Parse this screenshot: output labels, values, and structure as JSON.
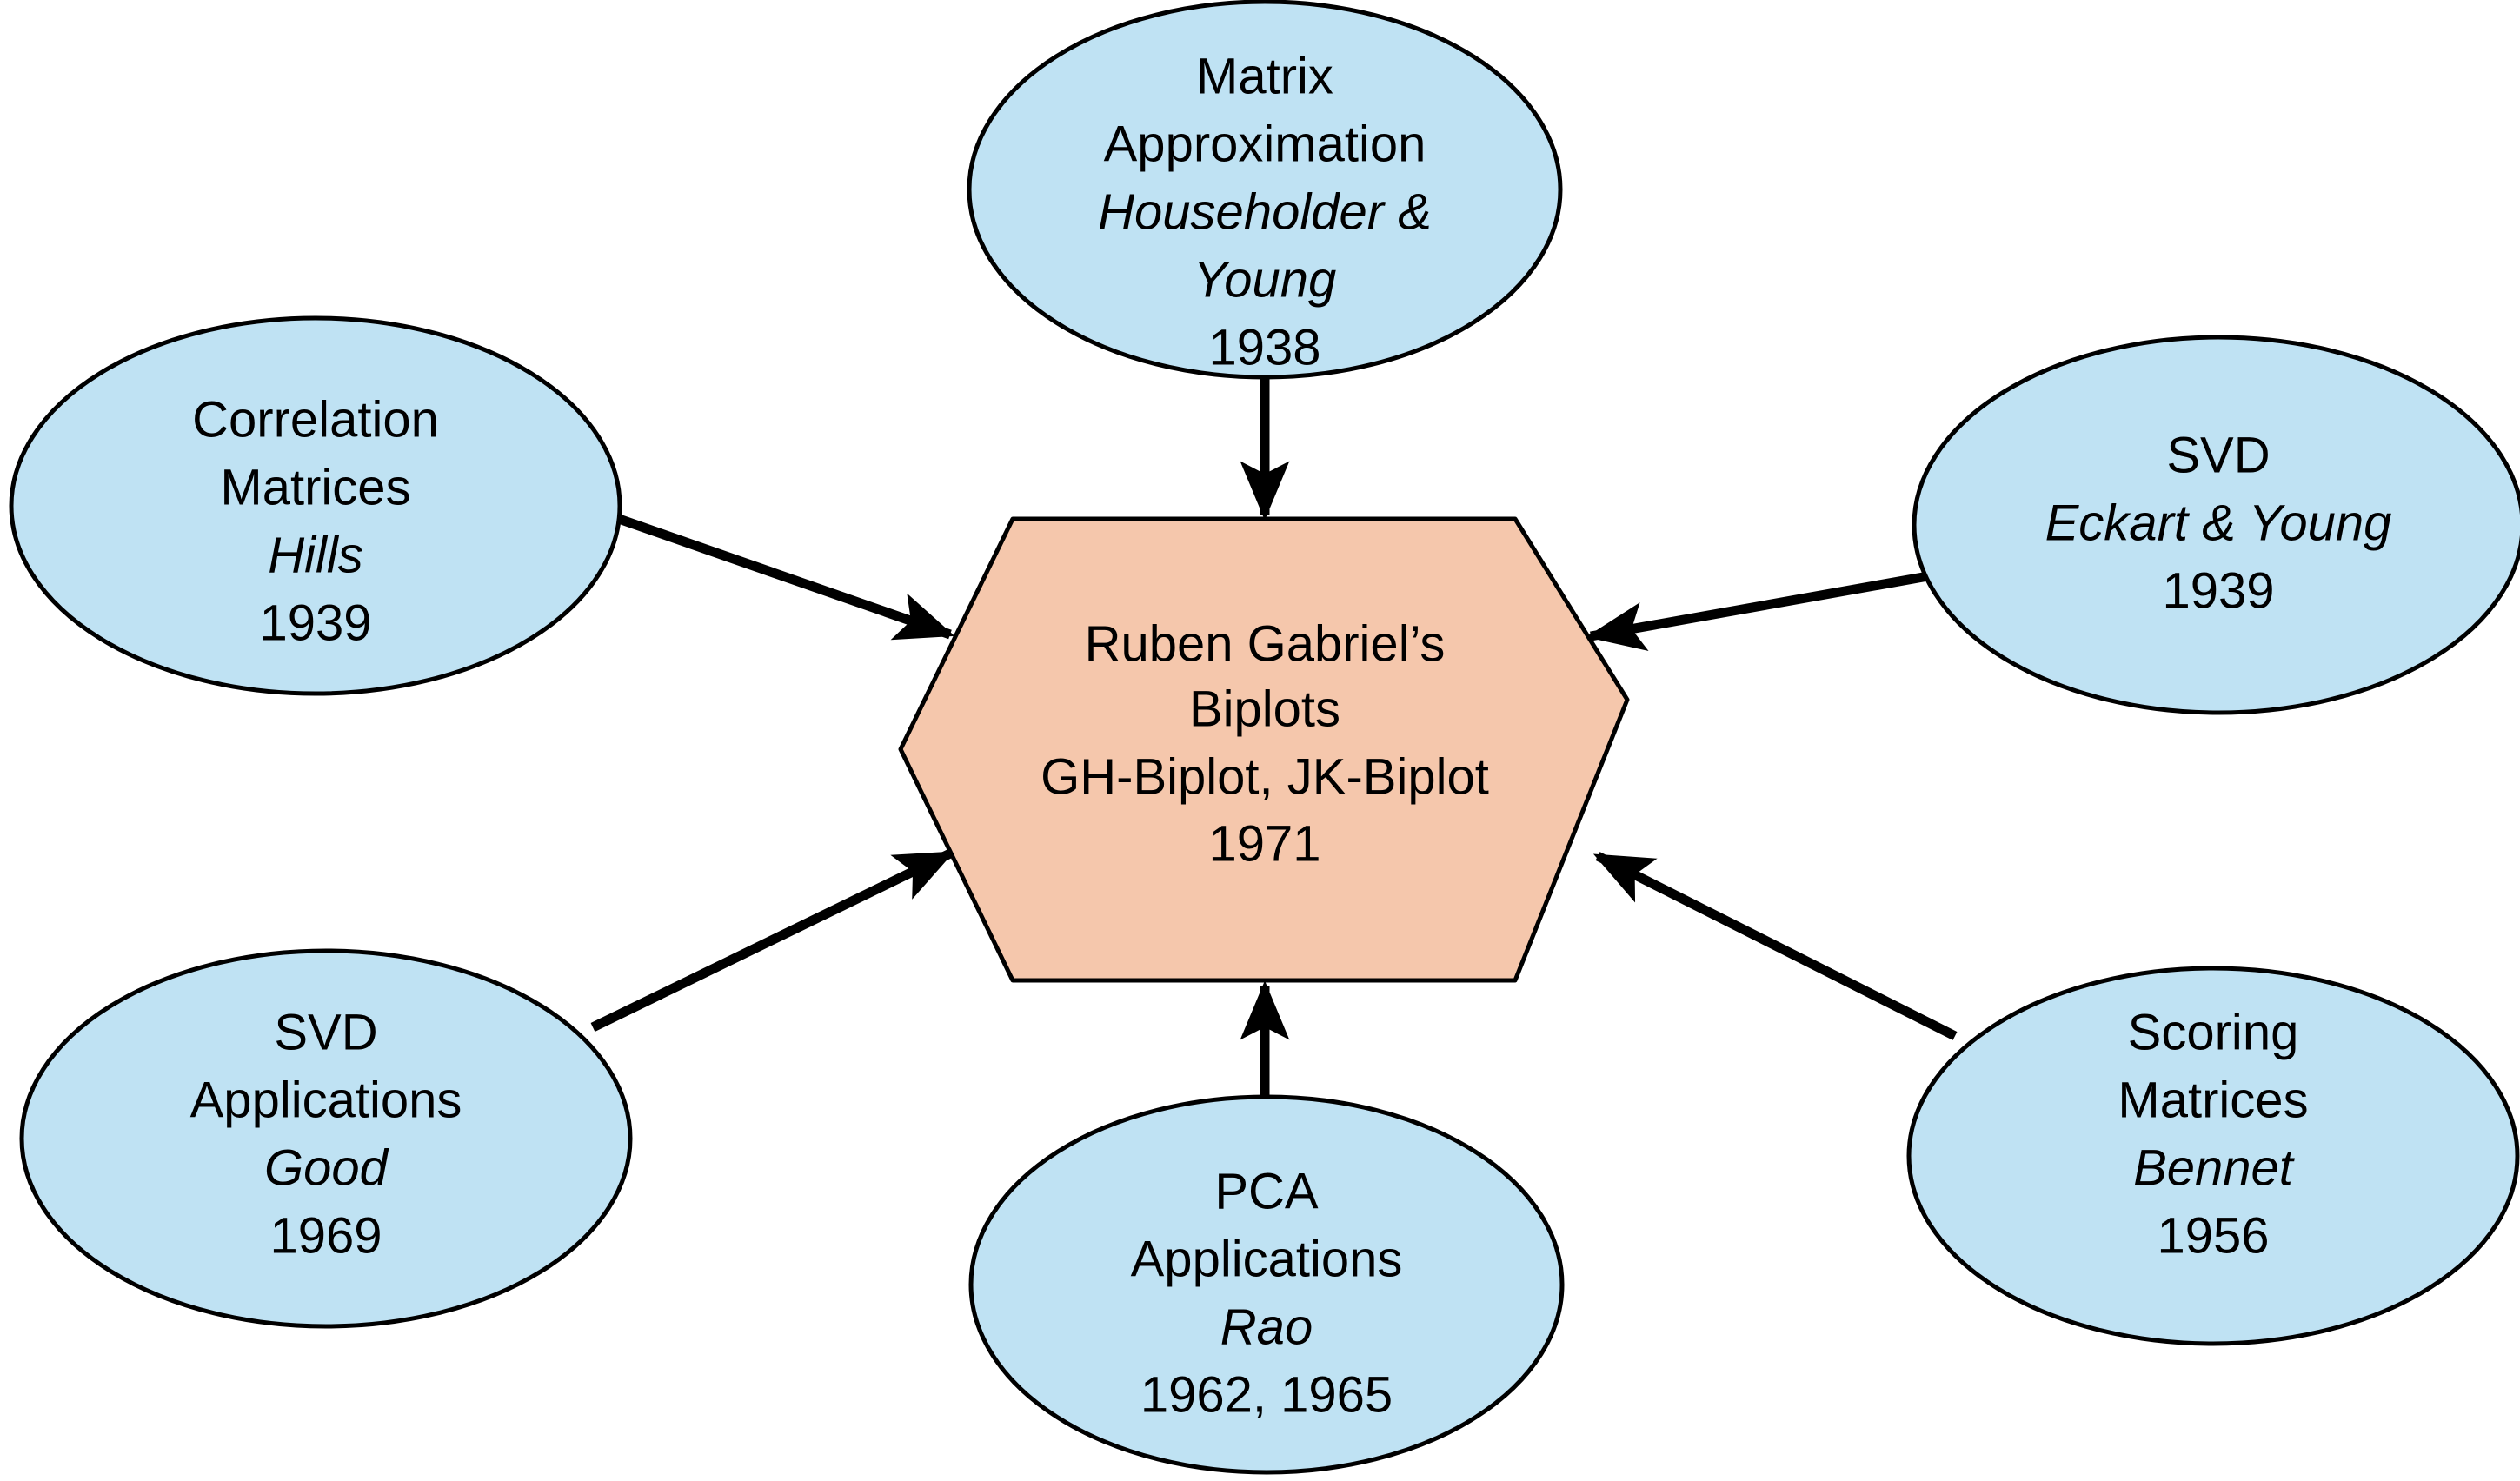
{
  "diagram": {
    "type": "concept-influence-map",
    "title_implicit": "Origins of Ruben Gabriel's Biplots",
    "colors": {
      "ellipse_fill": "#BFE2F3",
      "hexagon_fill": "#F5C7AC",
      "stroke": "#000000",
      "background": "#FFFFFF",
      "text": "#000000"
    },
    "center": {
      "shape": "hexagon",
      "name": "ruben-gabriels-biplots",
      "lines": [
        {
          "text": "Ruben Gabriel’s",
          "style": "regular"
        },
        {
          "text": "Biplots",
          "style": "regular"
        },
        {
          "text": "GH-Biplot, JK-Biplot",
          "style": "regular"
        },
        {
          "text": "1971",
          "style": "regular"
        }
      ]
    },
    "nodes": [
      {
        "id": "matrix-approximation",
        "position": "top",
        "shape": "ellipse",
        "lines": [
          {
            "text": "Matrix",
            "style": "regular"
          },
          {
            "text": "Approximation",
            "style": "regular"
          },
          {
            "text": "Householder &",
            "style": "italic"
          },
          {
            "text": "Young",
            "style": "italic"
          },
          {
            "text": "1938",
            "style": "regular"
          }
        ]
      },
      {
        "id": "correlation-matrices",
        "position": "top-left",
        "shape": "ellipse",
        "lines": [
          {
            "text": "Correlation",
            "style": "regular"
          },
          {
            "text": "Matrices",
            "style": "regular"
          },
          {
            "text": "Hills",
            "style": "italic"
          },
          {
            "text": "1939",
            "style": "regular"
          }
        ]
      },
      {
        "id": "svd-eckart-young",
        "position": "top-right",
        "shape": "ellipse",
        "lines": [
          {
            "text": "SVD",
            "style": "regular"
          },
          {
            "text": "Eckart & Young",
            "style": "italic"
          },
          {
            "text": "1939",
            "style": "regular"
          }
        ]
      },
      {
        "id": "svd-applications",
        "position": "bottom-left",
        "shape": "ellipse",
        "lines": [
          {
            "text": "SVD",
            "style": "regular"
          },
          {
            "text": "Applications",
            "style": "regular"
          },
          {
            "text": "Good",
            "style": "italic"
          },
          {
            "text": "1969",
            "style": "regular"
          }
        ]
      },
      {
        "id": "pca-applications",
        "position": "bottom-center",
        "shape": "ellipse",
        "lines": [
          {
            "text": "PCA",
            "style": "regular"
          },
          {
            "text": "Applications",
            "style": "regular"
          },
          {
            "text": "Rao",
            "style": "italic"
          },
          {
            "text": "1962, 1965",
            "style": "regular"
          }
        ]
      },
      {
        "id": "scoring-matrices",
        "position": "bottom-right",
        "shape": "ellipse",
        "lines": [
          {
            "text": "Scoring",
            "style": "regular"
          },
          {
            "text": "Matrices",
            "style": "regular"
          },
          {
            "text": "Bennet",
            "style": "italic"
          },
          {
            "text": "1956",
            "style": "regular"
          }
        ]
      }
    ],
    "edges": [
      {
        "from": "matrix-approximation",
        "to": "ruben-gabriels-biplots",
        "arrow": "to"
      },
      {
        "from": "correlation-matrices",
        "to": "ruben-gabriels-biplots",
        "arrow": "to"
      },
      {
        "from": "svd-eckart-young",
        "to": "ruben-gabriels-biplots",
        "arrow": "to"
      },
      {
        "from": "svd-applications",
        "to": "ruben-gabriels-biplots",
        "arrow": "to"
      },
      {
        "from": "pca-applications",
        "to": "ruben-gabriels-biplots",
        "arrow": "to"
      },
      {
        "from": "scoring-matrices",
        "to": "ruben-gabriels-biplots",
        "arrow": "to"
      }
    ],
    "text": {
      "top": {
        "l1": "Matrix",
        "l2": "Approximation",
        "l3": "Householder &",
        "l4": "Young",
        "l5": "1938"
      },
      "top_left": {
        "l1": "Correlation",
        "l2": "Matrices",
        "l3": "Hills",
        "l4": "1939"
      },
      "top_right": {
        "l1": "SVD",
        "l2": "Eckart & Young",
        "l3": "1939"
      },
      "bottom_left": {
        "l1": "SVD",
        "l2": "Applications",
        "l3": "Good",
        "l4": "1969"
      },
      "bottom_center": {
        "l1": "PCA",
        "l2": "Applications",
        "l3": "Rao",
        "l4": "1962, 1965"
      },
      "bottom_right": {
        "l1": "Scoring",
        "l2": "Matrices",
        "l3": "Bennet",
        "l4": "1956"
      },
      "center": {
        "l1": "Ruben Gabriel’s",
        "l2": "Biplots",
        "l3": "GH-Biplot, JK-Biplot",
        "l4": "1971"
      }
    }
  }
}
